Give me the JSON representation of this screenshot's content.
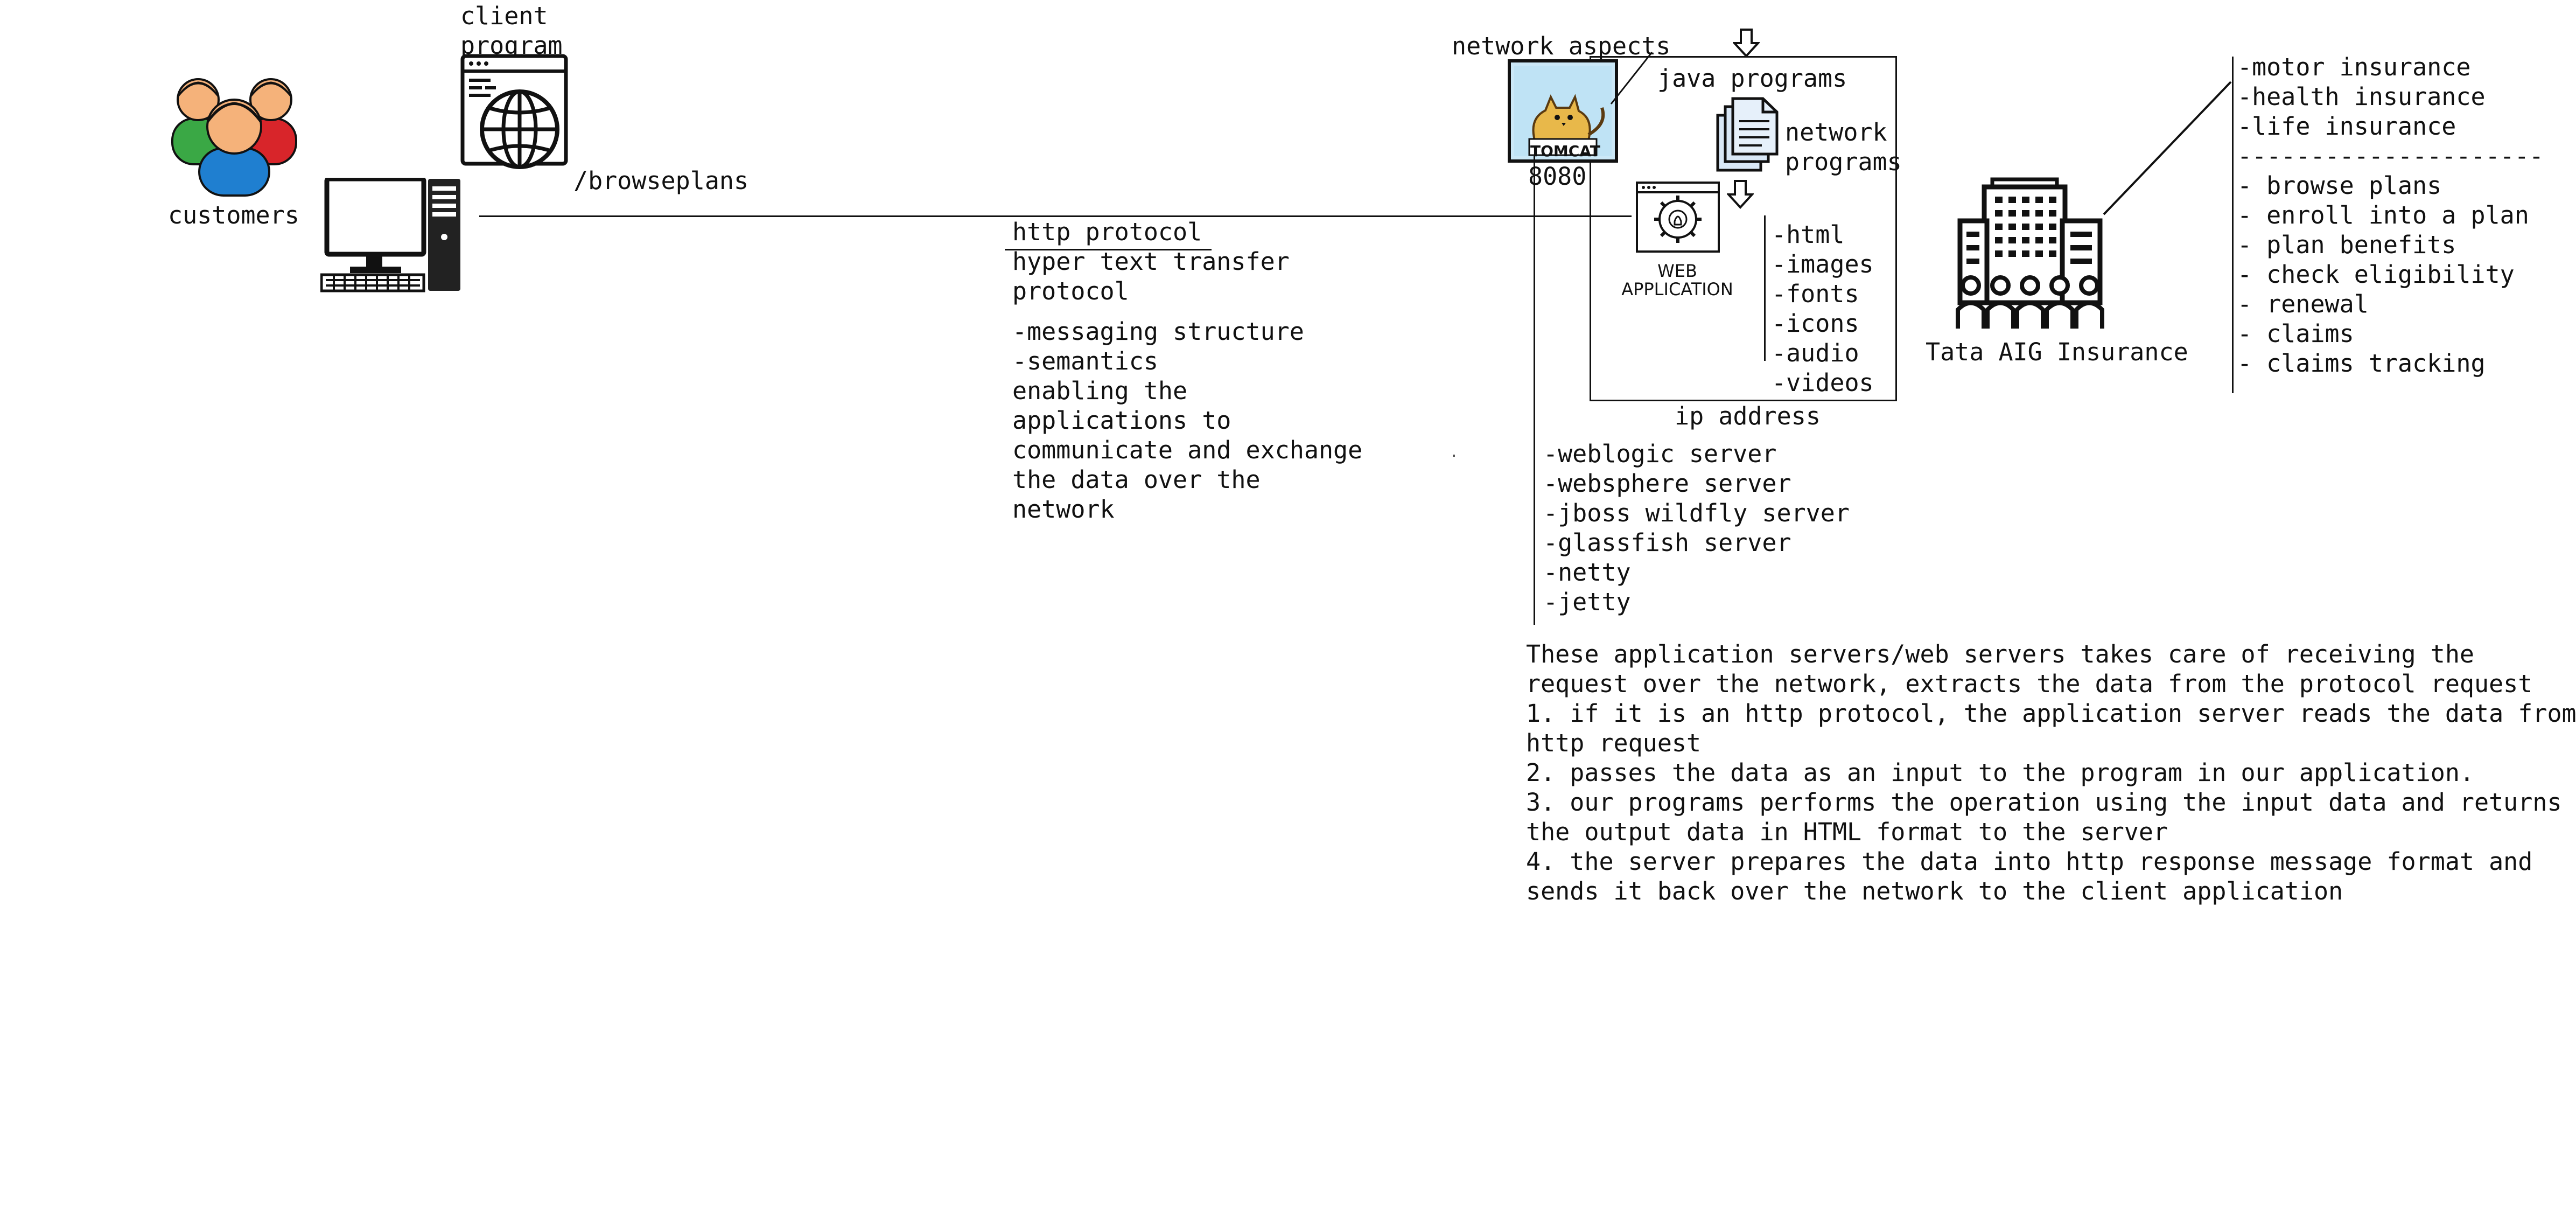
{
  "customers": {
    "label": "customers"
  },
  "client": {
    "label": "client program"
  },
  "request": {
    "path": "/browseplans"
  },
  "protocol": {
    "name": "http protocol",
    "full_name": "hyper text transfer protocol",
    "details": [
      "-messaging structure",
      "-semantics",
      "enabling the",
      "applications to",
      "communicate and exchange",
      "the data over the",
      "network"
    ]
  },
  "server": {
    "network_aspects": "network aspects",
    "tomcat_label": "TOMCAT",
    "port": "8080",
    "java_programs": "java programs",
    "network_programs": "network programs",
    "web_app_caption": "WEB APPLICATION",
    "resources": [
      "-html",
      "-images",
      "-fonts",
      "-icons",
      "-audio",
      "-videos"
    ],
    "ip_address": "ip address",
    "servers": [
      "-weblogic server",
      "-websphere server",
      "-jboss wildfly server",
      "-glassfish server",
      "-netty",
      "-jetty"
    ]
  },
  "explanation": [
    "These application servers/web servers takes care of receiving the",
    "request over the network, extracts the data from the protocol request",
    "1. if it is an http protocol, the application server reads the data from",
    "http request",
    "2. passes the data as an input to the program in our application.",
    "3. our programs performs the operation using the input data and returns",
    "the output data in HTML format to the server",
    "4. the server prepares the data into http response message format and",
    "sends it back over the network to the client application"
  ],
  "company": {
    "name": "Tata AIG Insurance"
  },
  "insurance_types": [
    "-motor insurance",
    "-health insurance",
    "-life insurance"
  ],
  "separator": "---------------------",
  "features": [
    "- browse plans",
    "- enroll into a plan",
    "- plan benefits",
    "- check eligibility",
    "- renewal",
    "- claims",
    "- claims tracking"
  ]
}
